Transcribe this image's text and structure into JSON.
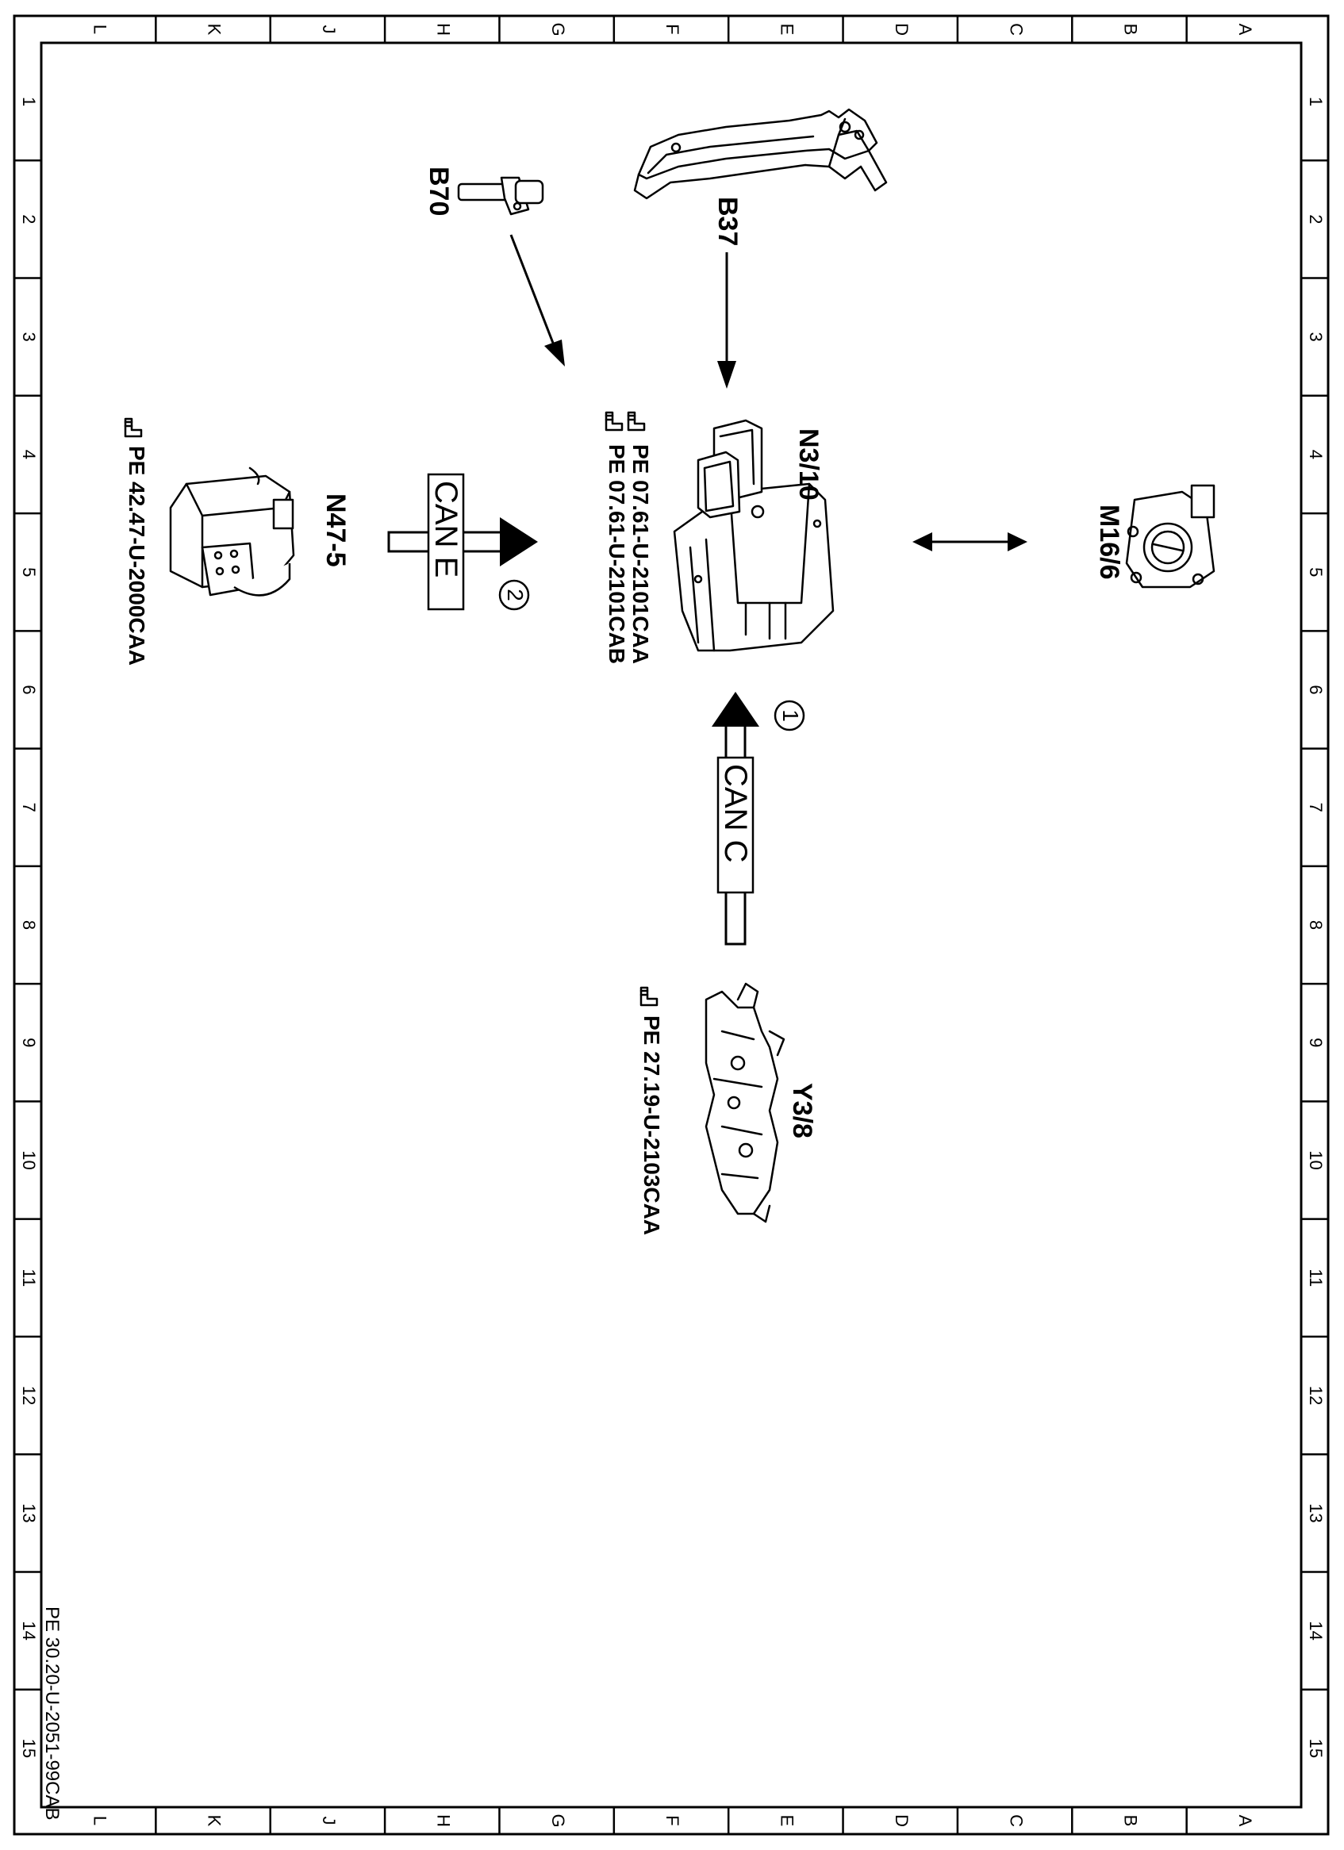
{
  "frame": {
    "column_labels": [
      "L",
      "K",
      "J",
      "H",
      "G",
      "F",
      "E",
      "D",
      "C",
      "B",
      "A"
    ],
    "row_labels": [
      "1",
      "2",
      "3",
      "4",
      "5",
      "6",
      "7",
      "8",
      "9",
      "10",
      "11",
      "12",
      "13",
      "14",
      "15"
    ]
  },
  "components": {
    "b70": {
      "label": "B70"
    },
    "b37": {
      "label": "B37"
    },
    "n3_10": {
      "label": "N3/10",
      "refs": [
        "PE 07.61-U-2101CAA",
        "PE 07.61-U-2101CAB"
      ]
    },
    "m16_6": {
      "label": "M16/6"
    },
    "n47_5": {
      "label": "N47-5",
      "refs": [
        "PE 42.47-U-2000CAA"
      ]
    },
    "y3_8": {
      "label": "Y3/8",
      "refs": [
        "PE 27.19-U-2103CAA"
      ]
    }
  },
  "buses": {
    "can_e": {
      "label": "CAN E",
      "number": "2"
    },
    "can_c": {
      "label": "CAN C",
      "number": "1"
    }
  },
  "document_id": "PE 30.20-U-2051-99CAB",
  "icons": {
    "reference": "pointing-hand-icon"
  }
}
